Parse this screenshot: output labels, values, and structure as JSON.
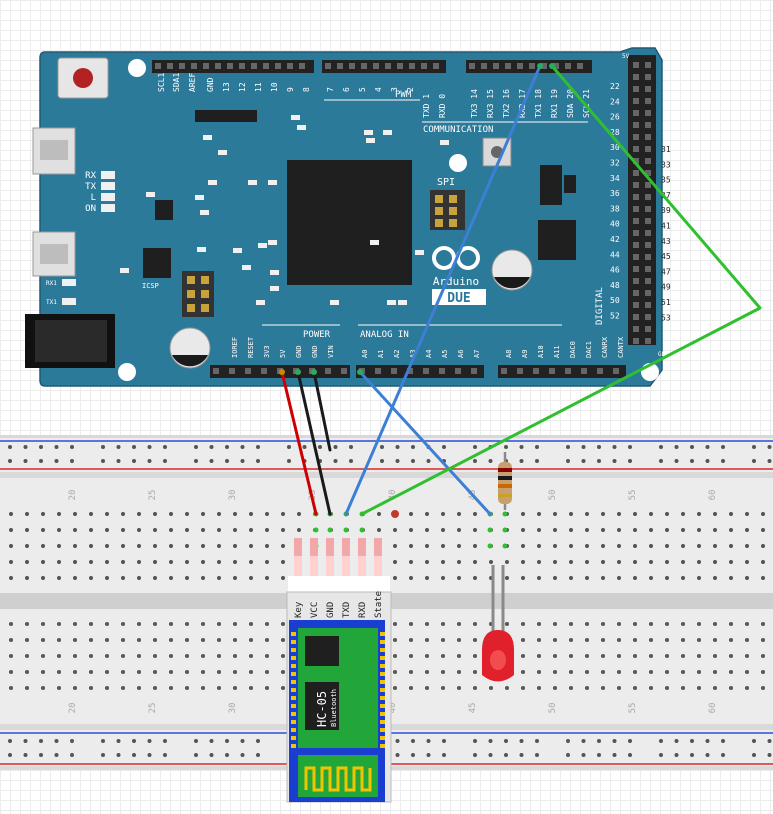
{
  "arduino": {
    "board_name": "Arduino",
    "model": "DUE",
    "color": "#2c7a9a",
    "top_header_labels": [
      "SCL1",
      "SDA1",
      "AREF",
      "GND",
      "13",
      "12",
      "11",
      "10",
      "9",
      "8",
      "7",
      "6",
      "5",
      "4",
      "3",
      "2",
      "TXD 1",
      "RXD 0",
      "TX3 14",
      "RX3 15",
      "TX2 16",
      "RX2 17",
      "TX1 18",
      "RX1 19",
      "SDA 20",
      "SCL 21"
    ],
    "pwm_label": "PWM",
    "communication_label": "COMMUNICATION",
    "status_leds": [
      "RX",
      "TX",
      "L",
      "ON"
    ],
    "small_leds": [
      "RX1",
      "TX1"
    ],
    "icsp_label": "ICSP",
    "spi_label": "SPI",
    "power_label": "POWER",
    "power_pins": [
      "IOREF",
      "RESET",
      "3V3",
      "5V",
      "GND",
      "GND",
      "VIN"
    ],
    "analog_label": "ANALOG IN",
    "analog_pins": [
      "A0",
      "A1",
      "A2",
      "A3",
      "A4",
      "A5",
      "A6",
      "A7",
      "A8",
      "A9",
      "A10",
      "A11",
      "DAC0",
      "DAC1",
      "CANRX",
      "CANTX"
    ],
    "digital_label": "DIGITAL",
    "right_left_pins": [
      "22",
      "24",
      "26",
      "28",
      "30",
      "32",
      "34",
      "36",
      "38",
      "40",
      "42",
      "44",
      "46",
      "48",
      "50",
      "52"
    ],
    "right_right_pins": [
      "31",
      "33",
      "35",
      "37",
      "39",
      "41",
      "43",
      "45",
      "47",
      "49",
      "51",
      "53"
    ],
    "top_right_labels": [
      "5V",
      "5V"
    ],
    "bottom_right_label": "GND"
  },
  "breadboard": {
    "column_numbers": [
      "20",
      "25",
      "30",
      "35",
      "40",
      "45",
      "50",
      "55",
      "60"
    ],
    "rail_top_color": "#2a4fd6",
    "rail_bottom_color": "#d62a2a"
  },
  "hc05": {
    "model": "HC-05",
    "subtitle": "Bluetooth",
    "pins": [
      "Key",
      "VCC",
      "GND",
      "TXD",
      "RXD",
      "State"
    ]
  },
  "wires": {
    "red": "#cc0000",
    "black": "#1a1a1a",
    "blue": "#3d7fd4",
    "green": "#2fbf2f"
  },
  "led": {
    "color": "#e0202a"
  },
  "resistor": {
    "color": "#c8a070"
  }
}
